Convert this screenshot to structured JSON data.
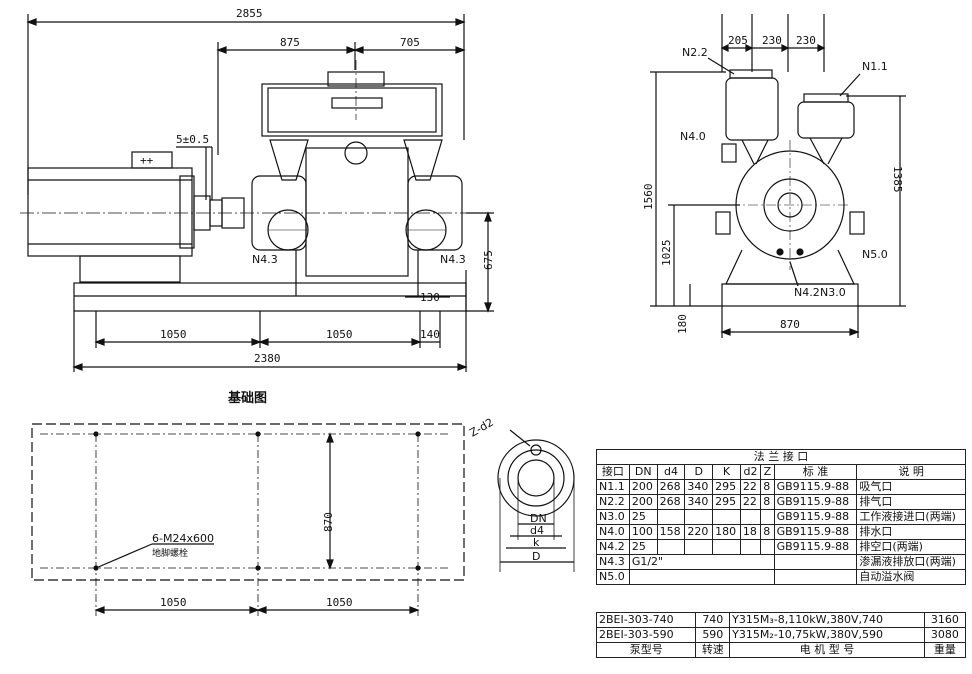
{
  "side_view": {
    "dims": {
      "overall": "2855",
      "upper_left": "875",
      "upper_right": "705",
      "gap": "5±0.5",
      "height": "675",
      "offset": "130",
      "bottom_left": "1050",
      "bottom_mid": "1050",
      "bottom_right": "140",
      "base": "2380"
    },
    "labels": {
      "left_port": "N4.3",
      "right_port": "N4.3"
    }
  },
  "end_view": {
    "dims": {
      "top1": "205",
      "top2": "230",
      "top3": "230",
      "total_h": "1560",
      "mid_h": "1025",
      "low_h": "180",
      "right_h": "1385",
      "width": "870"
    },
    "labels": {
      "n22": "N2.2",
      "n11": "N1.1",
      "n40": "N4.0",
      "n50": "N5.0",
      "n42": "N4.2",
      "n30": "N3.0"
    }
  },
  "foundation": {
    "title": "基础图",
    "bolt_note": "6-M24x600",
    "bolt_sub": "地脚螺栓",
    "depth": "870",
    "left_span": "1050",
    "right_span": "1050"
  },
  "flange_detail": {
    "zd": "Z-d2",
    "dn": "DN",
    "d4": "d4",
    "k": "k",
    "d": "D"
  },
  "flange_table": {
    "title": "法  兰  接  口",
    "headers": [
      "接口",
      "DN",
      "d4",
      "D",
      "K",
      "d2",
      "Z",
      "标    准",
      "说    明"
    ],
    "rows": [
      [
        "N1.1",
        "200",
        "268",
        "340",
        "295",
        "22",
        "8",
        "GB9115.9-88",
        "吸气口"
      ],
      [
        "N2.2",
        "200",
        "268",
        "340",
        "295",
        "22",
        "8",
        "GB9115.9-88",
        "排气口"
      ],
      [
        "N3.0",
        "25",
        "",
        "",
        "",
        "",
        "",
        "GB9115.9-88",
        "工作液接进口(两端)"
      ],
      [
        "N4.0",
        "100",
        "158",
        "220",
        "180",
        "18",
        "8",
        "GB9115.9-88",
        "排水口"
      ],
      [
        "N4.2",
        "25",
        "",
        "",
        "",
        "",
        "",
        "GB9115.9-88",
        "排空口(两端)"
      ],
      [
        "N4.3",
        "G1/2\"",
        "",
        "",
        "",
        "",
        "",
        "",
        "渗漏液排放口(两端)"
      ],
      [
        "N5.0",
        "",
        "",
        "",
        "",
        "",
        "",
        "",
        "自动溢水阀"
      ]
    ]
  },
  "model_table": {
    "rows": [
      [
        "2BEⅠ-303-740",
        "740",
        "Y315M₃-8,110kW,380V,740",
        "3160"
      ],
      [
        "2BEⅠ-303-590",
        "590",
        "Y315M₂-10,75kW,380V,590",
        "3080"
      ]
    ],
    "footer": [
      "泵型号",
      "转速",
      "电 机 型 号",
      "重量"
    ]
  }
}
